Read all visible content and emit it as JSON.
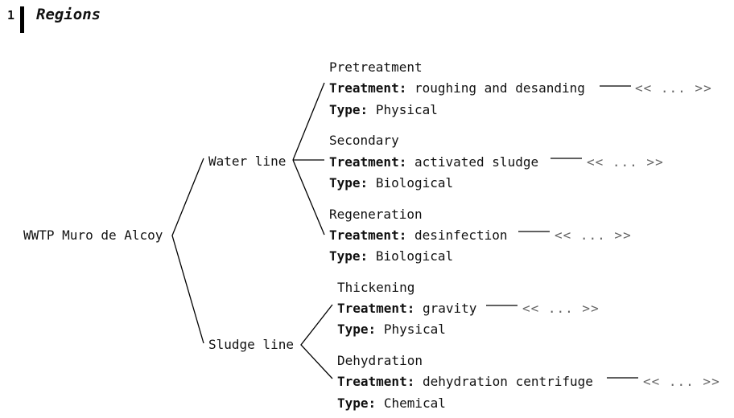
{
  "section": {
    "number": "1",
    "title": "Regions"
  },
  "tree": {
    "root": "WWTP Muro de Alcoy",
    "treatment_label": "Treatment:",
    "type_label": "Type:",
    "collapsed_marker": "<< ... >>",
    "branches": [
      {
        "name": "Water line",
        "stages": [
          {
            "name": "Pretreatment",
            "treatment": "roughing and desanding",
            "type": "Physical"
          },
          {
            "name": "Secondary",
            "treatment": "activated sludge",
            "type": "Biological"
          },
          {
            "name": "Regeneration",
            "treatment": "desinfection",
            "type": "Biological"
          }
        ]
      },
      {
        "name": "Sludge line",
        "stages": [
          {
            "name": "Thickening",
            "treatment": "gravity",
            "type": "Physical"
          },
          {
            "name": "Dehydration",
            "treatment": "dehydration centrifuge",
            "type": "Chemical"
          }
        ]
      }
    ]
  }
}
